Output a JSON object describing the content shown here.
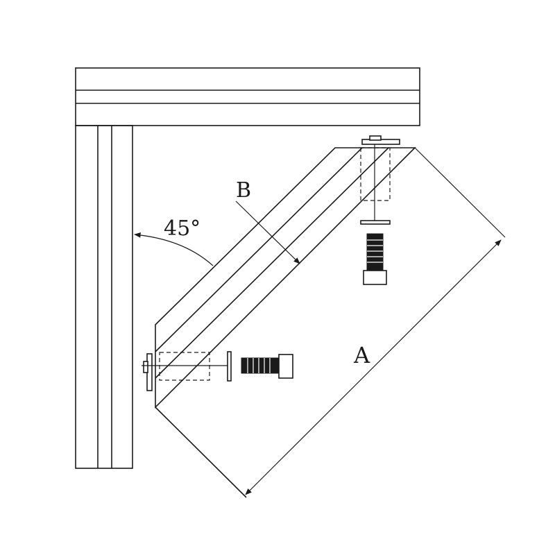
{
  "labels": {
    "angle": "45°",
    "dimension_b": "B",
    "dimension_a": "A"
  }
}
